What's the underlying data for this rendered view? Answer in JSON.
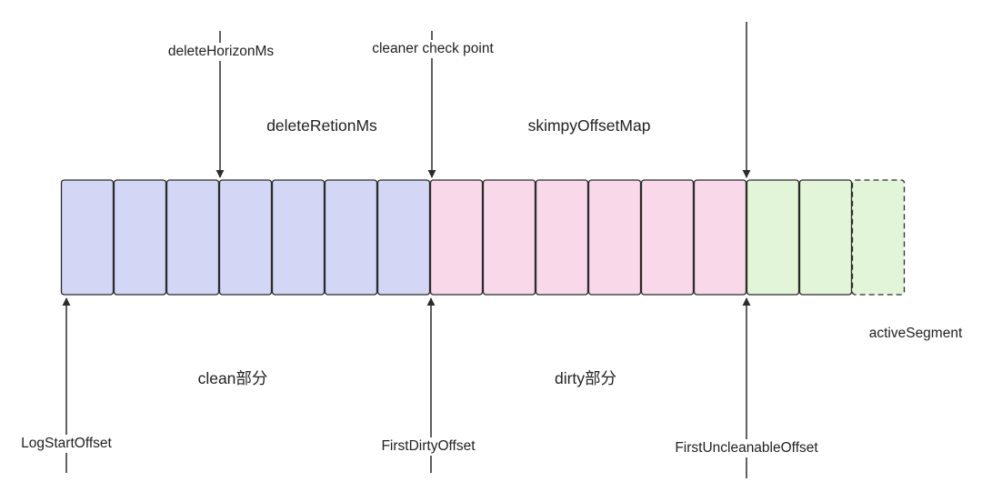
{
  "colors": {
    "clean_fill": "#d3d6f5",
    "dirty_fill": "#f8d8e9",
    "active_fill": "#e3f5d9",
    "stroke": "#2b2b2b",
    "text": "#222222"
  },
  "segments": [
    {
      "group": "clean",
      "style": "solid"
    },
    {
      "group": "clean",
      "style": "solid"
    },
    {
      "group": "clean",
      "style": "solid"
    },
    {
      "group": "clean",
      "style": "solid"
    },
    {
      "group": "clean",
      "style": "solid"
    },
    {
      "group": "clean",
      "style": "solid"
    },
    {
      "group": "clean",
      "style": "solid"
    },
    {
      "group": "dirty",
      "style": "solid"
    },
    {
      "group": "dirty",
      "style": "solid"
    },
    {
      "group": "dirty",
      "style": "solid"
    },
    {
      "group": "dirty",
      "style": "solid"
    },
    {
      "group": "dirty",
      "style": "solid"
    },
    {
      "group": "dirty",
      "style": "solid"
    },
    {
      "group": "active",
      "style": "solid"
    },
    {
      "group": "active",
      "style": "solid"
    },
    {
      "group": "active",
      "style": "dashed"
    }
  ],
  "labels": {
    "delete_horizon": "deleteHorizonMs",
    "cleaner_checkpoint": "cleaner check point",
    "delete_retention": "deleteRetionMs",
    "skimpy_map": "skimpyOffsetMap",
    "active_segment": "activeSegment",
    "clean_part": "clean部分",
    "dirty_part": "dirty部分",
    "log_start": "LogStartOffset",
    "first_dirty": "FirstDirtyOffset",
    "first_uncleanable": "FirstUncleanableOffset"
  }
}
